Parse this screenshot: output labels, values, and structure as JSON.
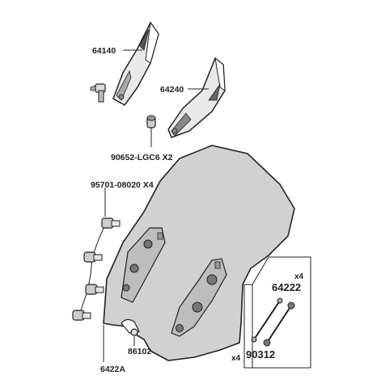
{
  "parts": {
    "right_trim_number": "64140",
    "left_trim_number": "64240",
    "trim_screw_number": "90652-LGC6 X2",
    "screw_set_number": "95701-08020 X4",
    "windshield_number": "6422A",
    "grommet_number": "86102",
    "bracket_number": "64222",
    "bracket_qty": "x4",
    "nut_number": "90312",
    "nut_qty": "x4"
  },
  "colors": {
    "line": "#222222",
    "screen_fill": "#c9c9c9",
    "trim_fill": "#e9e9e9",
    "background": "#ffffff"
  }
}
